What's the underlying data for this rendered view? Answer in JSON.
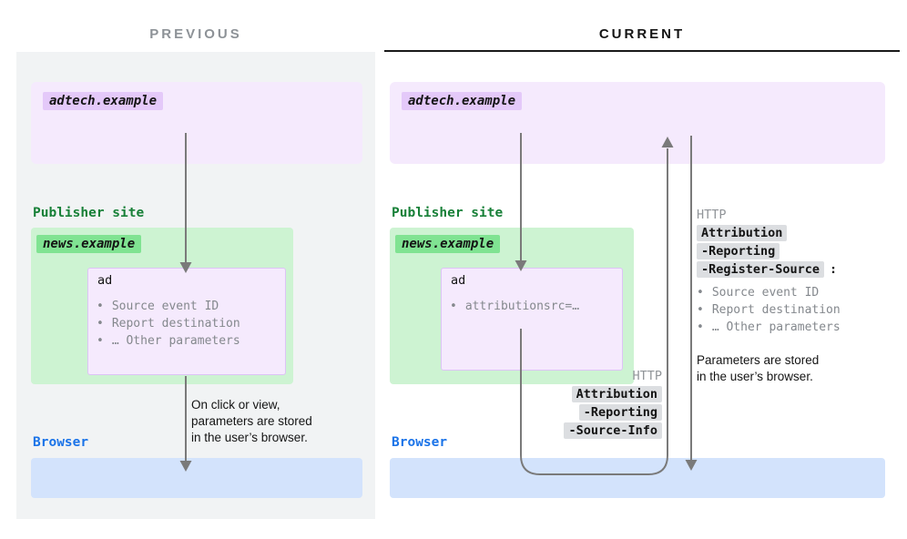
{
  "titles": {
    "previous": "PREVIOUS",
    "current": "CURRENT"
  },
  "previous": {
    "adtech": "adtech.example",
    "publisher": "Publisher site",
    "site": "news.example",
    "ad": "ad",
    "params": [
      "Source event ID",
      "Report destination",
      "… Other parameters"
    ],
    "note": "On click or view,\nparameters are stored\nin the user’s browser.",
    "browser": "Browser"
  },
  "current": {
    "adtech": "adtech.example",
    "publisher": "Publisher site",
    "site": "news.example",
    "ad": "ad",
    "params": [
      "attributionsrc=…"
    ],
    "request": {
      "protocol": "HTTP",
      "headers": [
        "Attribution",
        "-Reporting",
        "-Source-Info"
      ]
    },
    "response": {
      "protocol": "HTTP",
      "headers": [
        "Attribution",
        "-Reporting",
        "-Register-Source"
      ],
      "colon": ":",
      "params": [
        "Source event ID",
        "Report destination",
        "… Other parameters"
      ]
    },
    "note": "Parameters are stored\nin the user’s browser.",
    "browser": "Browser"
  },
  "colors": {
    "adtech_box": "#f5eafd",
    "adtech_chip": "#e4c9f9",
    "publisher_box": "#cdf3d2",
    "publisher_chip": "#80e392",
    "publisher_text": "#188038",
    "browser_box": "#d3e3fc",
    "browser_text": "#1a73e8",
    "header_chip_bg": "#dcdee1",
    "muted_text": "#84888d",
    "panel_bg": "#f1f3f4",
    "arrow": "#7a7a7a"
  }
}
